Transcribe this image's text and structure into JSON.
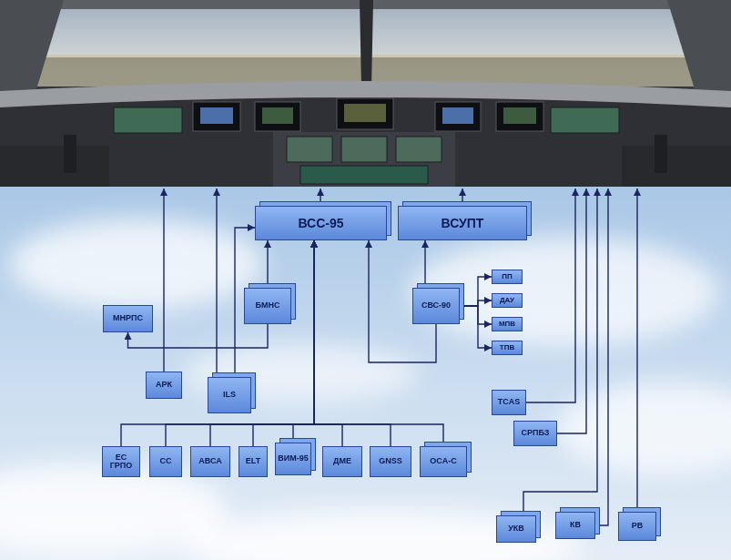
{
  "diagram": {
    "nodes": [
      {
        "text": [
          "ВСС-95"
        ]
      },
      {
        "text": [
          "ВСУПТ"
        ]
      },
      {
        "text": [
          "МНРПС"
        ]
      },
      {
        "text": [
          "БМНС"
        ]
      },
      {
        "text": [
          "СВС-90"
        ]
      },
      {
        "text": [
          "ПП"
        ]
      },
      {
        "text": [
          "ДАУ"
        ]
      },
      {
        "text": [
          "МПВ"
        ]
      },
      {
        "text": [
          "ТПВ"
        ]
      },
      {
        "text": [
          "АРК"
        ]
      },
      {
        "text": [
          "ILS"
        ]
      },
      {
        "text": [
          "TCAS"
        ]
      },
      {
        "text": [
          "СРПБЗ"
        ]
      },
      {
        "text": [
          "ЕС ГРПО"
        ]
      },
      {
        "text": [
          "СС"
        ]
      },
      {
        "text": [
          "АВСА"
        ]
      },
      {
        "text": [
          "ELT"
        ]
      },
      {
        "text": [
          "ВИМ-95"
        ]
      },
      {
        "text": [
          "ДМЕ"
        ]
      },
      {
        "text": [
          "GNSS"
        ]
      },
      {
        "text": [
          "ОСА-С"
        ]
      },
      {
        "text": [
          "УКВ"
        ]
      },
      {
        "text": [
          "КВ"
        ]
      },
      {
        "text": [
          "РВ"
        ]
      }
    ],
    "edges": [
      {
        "from": 3,
        "to": 0,
        "arrow": "to"
      },
      {
        "from": 4,
        "to": 1,
        "arrow": "to"
      },
      {
        "from": 4,
        "to": 0,
        "arrow": "to"
      },
      {
        "from": 3,
        "to": 2,
        "arrow": "to"
      },
      {
        "from": 10,
        "to": 0,
        "arrow": "to"
      },
      {
        "from": 4,
        "to": 5,
        "arrow": "to"
      },
      {
        "from": 4,
        "to": 6,
        "arrow": "to"
      },
      {
        "from": 4,
        "to": 7,
        "arrow": "to"
      },
      {
        "from": 4,
        "to": 8,
        "arrow": "to"
      },
      {
        "from": 13,
        "to": 0,
        "arrow": "to"
      },
      {
        "from": 14,
        "to": 0,
        "arrow": "to"
      },
      {
        "from": 15,
        "to": 0,
        "arrow": "to"
      },
      {
        "from": 16,
        "to": 0,
        "arrow": "to"
      },
      {
        "from": 17,
        "to": 0,
        "arrow": "to"
      },
      {
        "from": 18,
        "to": 0,
        "arrow": "to"
      },
      {
        "from": 19,
        "to": 0,
        "arrow": "to"
      },
      {
        "from": 20,
        "to": 0,
        "arrow": "to"
      }
    ]
  }
}
